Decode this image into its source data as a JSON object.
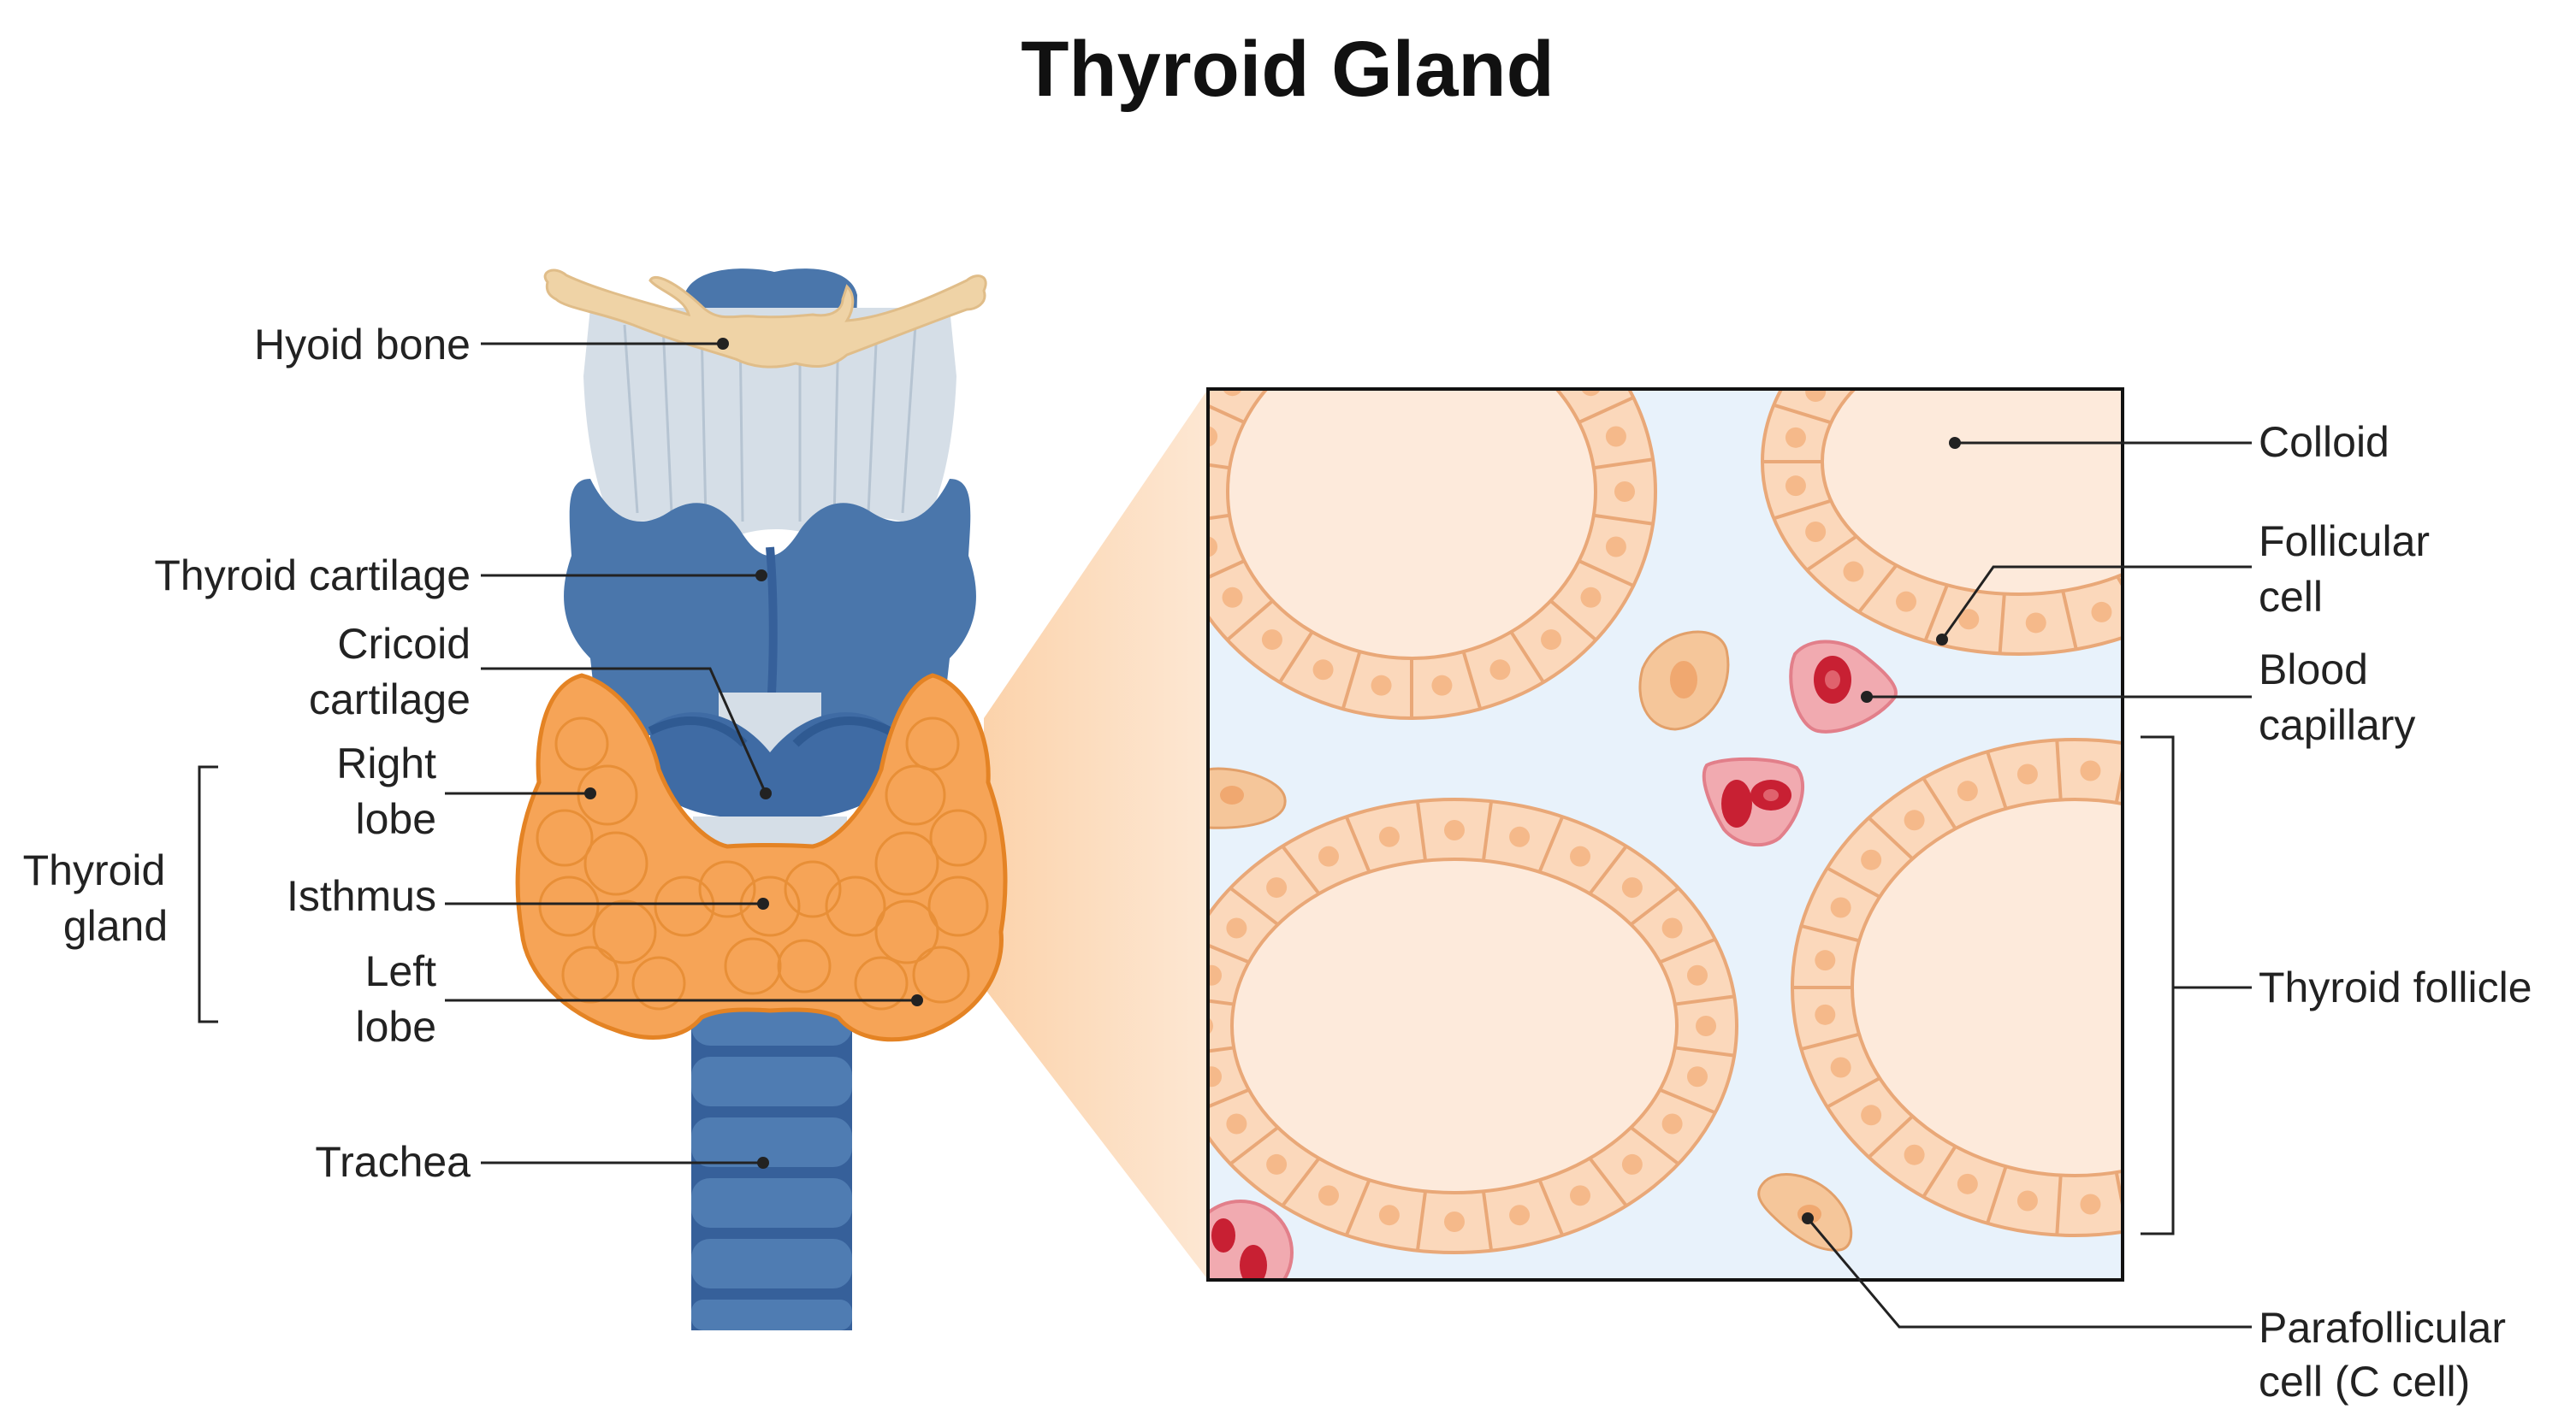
{
  "title": "Thyroid Gland",
  "labels": {
    "hyoid_bone": "Hyoid bone",
    "thyroid_cartilage": "Thyroid cartilage",
    "cricoid_line1": "Cricoid",
    "cricoid_line2": "cartilage",
    "right_lobe_line1": "Right",
    "right_lobe_line2": "lobe",
    "thyroid_gland_line1": "Thyroid",
    "thyroid_gland_line2": "gland",
    "isthmus": "Isthmus",
    "left_lobe_line1": "Left",
    "left_lobe_line2": "lobe",
    "trachea": "Trachea",
    "colloid": "Colloid",
    "follicular_line1": "Follicular",
    "follicular_line2": "cell",
    "blood_line1": "Blood",
    "blood_line2": "capillary",
    "thyroid_follicle": "Thyroid follicle",
    "parafollicular_line1": "Parafollicular",
    "parafollicular_line2": "cell (C cell)"
  },
  "colors": {
    "cartilage_blue": "#4a76ab",
    "cartilage_dark": "#36609a",
    "hyoid_beige": "#efd3a6",
    "membrane_gray": "#d4dde6",
    "thyroid_orange": "#f6a457",
    "thyroid_outline": "#e48324",
    "colloid_fill": "#fdeadb",
    "interstitial_blue": "#e8f2fb",
    "cell_fill": "#fbd8bb",
    "cell_nucleus": "#f5b98a",
    "capillary_pink": "#f1aab0",
    "rbc_red": "#c82033",
    "callout_peach": "#fbd0a6"
  }
}
